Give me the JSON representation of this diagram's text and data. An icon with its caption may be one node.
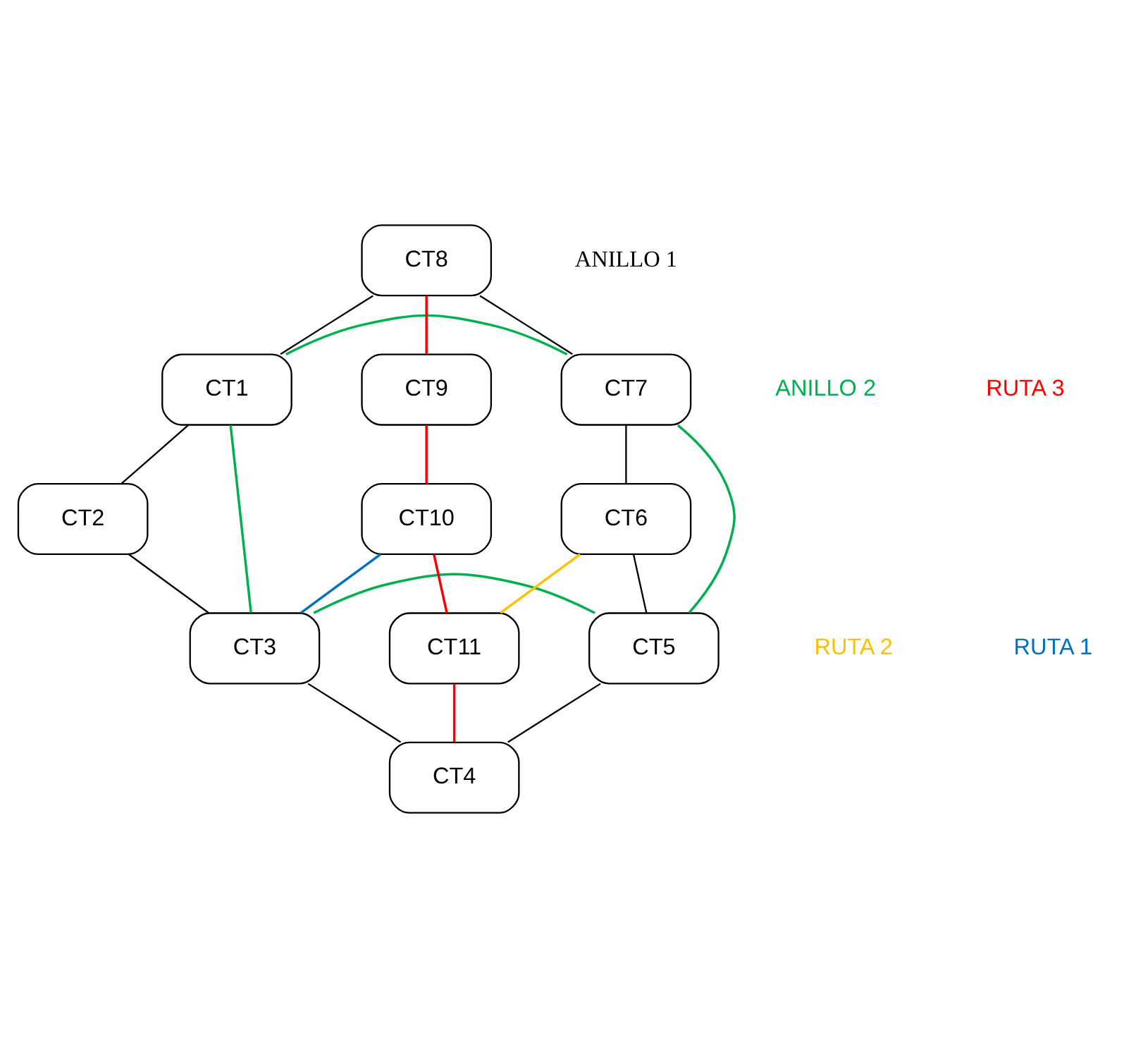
{
  "diagram": {
    "nodes": [
      {
        "text": [
          "CT1"
        ]
      },
      {
        "text": [
          "CT2"
        ]
      },
      {
        "text": [
          "CT3"
        ]
      },
      {
        "text": [
          "CT4"
        ]
      },
      {
        "text": [
          "CT5"
        ]
      },
      {
        "text": [
          "CT6"
        ]
      },
      {
        "text": [
          "CT7"
        ]
      },
      {
        "text": [
          "CT8"
        ]
      },
      {
        "text": [
          "CT9"
        ]
      },
      {
        "text": [
          "CT10"
        ]
      },
      {
        "text": [
          "CT11"
        ]
      }
    ],
    "edges": [
      {
        "from": 7,
        "to": 0,
        "arrow": "none"
      },
      {
        "from": 0,
        "to": 1,
        "arrow": "none"
      },
      {
        "from": 1,
        "to": 2,
        "arrow": "none"
      },
      {
        "from": 2,
        "to": 3,
        "arrow": "none"
      },
      {
        "from": 4,
        "to": 3,
        "arrow": "none"
      },
      {
        "from": 5,
        "to": 4,
        "arrow": "none"
      },
      {
        "from": 6,
        "to": 5,
        "arrow": "none"
      },
      {
        "from": 7,
        "to": 6,
        "arrow": "none"
      },
      {
        "from": 0,
        "to": 6,
        "arrow": "none",
        "color": "#00b050"
      },
      {
        "from": 0,
        "to": 2,
        "arrow": "none",
        "color": "#00b050"
      },
      {
        "from": 2,
        "to": 4,
        "arrow": "none",
        "color": "#00b050"
      },
      {
        "from": 6,
        "to": 4,
        "arrow": "none",
        "color": "#00b050"
      },
      {
        "from": 7,
        "to": 8,
        "arrow": "none",
        "color": "#ff0000"
      },
      {
        "from": 8,
        "to": 9,
        "arrow": "none",
        "color": "#ff0000"
      },
      {
        "from": 9,
        "to": 10,
        "arrow": "none",
        "color": "#ff0000"
      },
      {
        "from": 10,
        "to": 3,
        "arrow": "none",
        "color": "#ff0000"
      },
      {
        "from": 9,
        "to": 2,
        "arrow": "none",
        "color": "#0070c0"
      },
      {
        "from": 5,
        "to": 10,
        "arrow": "none",
        "color": "#ffc000"
      }
    ],
    "labels": [
      "ANILLO 1",
      "ANILLO 2",
      "RUTA 3",
      "RUTA 2",
      "RUTA 1"
    ]
  }
}
